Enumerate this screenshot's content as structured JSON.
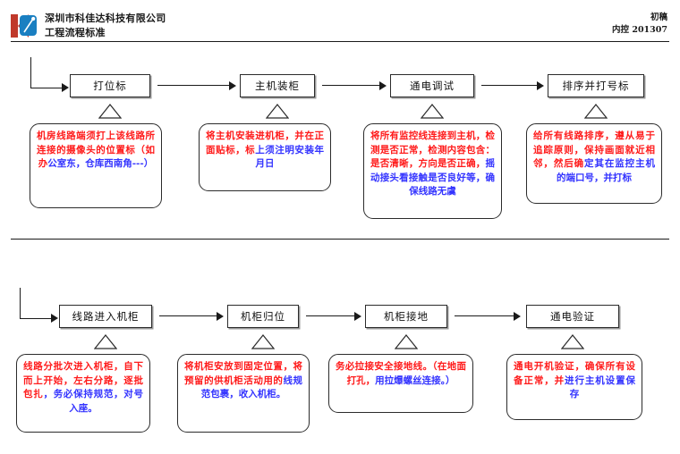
{
  "header": {
    "logo_icon": "kejiada-logo-icon",
    "company_name": "深圳市科佳达科技有限公司",
    "doc_subtitle": "工程流程标准",
    "revision_label": "初稿",
    "control_number": "内控 201307"
  },
  "colors": {
    "note_text_red": "#ff1a1a",
    "note_text_blue": "#3333ff",
    "box_border": "#2b2b2b",
    "logo_red": "#c0392b",
    "logo_blue": "#1a7fc1",
    "line": "#1a1a1a"
  },
  "rows": [
    {
      "id": "row-1",
      "steps": [
        {
          "box_label": "打位标",
          "marker_icon": "triangle-marker-icon",
          "note": "机房线路端须打上该线路所连接的摄像头的位置标（如办公室东，仓库西南角---）"
        },
        {
          "box_label": "主机装柜",
          "marker_icon": "triangle-marker-icon",
          "note": "将主机安装进机柜，并在正面贴标，标上须注明安装年月日"
        },
        {
          "box_label": "通电调试",
          "marker_icon": "triangle-marker-icon",
          "note": "将所有监控线连接到主机，检测是否正常，检测内容包含：是否清晰，方向是否正确，摇动接头看接触是否良好等，确保线路无虞"
        },
        {
          "box_label": "排序并打号标",
          "marker_icon": "triangle-marker-icon",
          "note": "给所有线路排序，遵从易于追踪原则，保持画面就近相邻，然后确定其在监控主机的端口号，并打标"
        }
      ]
    },
    {
      "id": "row-2",
      "steps": [
        {
          "box_label": "线路进入机柜",
          "marker_icon": "triangle-marker-icon",
          "note": "线路分批次进入机柜，自下而上开始，左右分路，逐批包扎，务必保持规范，对号入座。"
        },
        {
          "box_label": "机柜归位",
          "marker_icon": "triangle-marker-icon",
          "note": "将机柜安放到固定位置，将预留的供机柜活动用的线规范包裹，收入机柜。"
        },
        {
          "box_label": "机柜接地",
          "marker_icon": "triangle-marker-icon",
          "note": "务必拉接安全接地线。（在地面打孔，用拉爆螺丝连接。）"
        },
        {
          "box_label": "通电验证",
          "marker_icon": "triangle-marker-icon",
          "note": "通电开机验证，确保所有设备正常，并进行主机设置保存"
        }
      ]
    }
  ]
}
